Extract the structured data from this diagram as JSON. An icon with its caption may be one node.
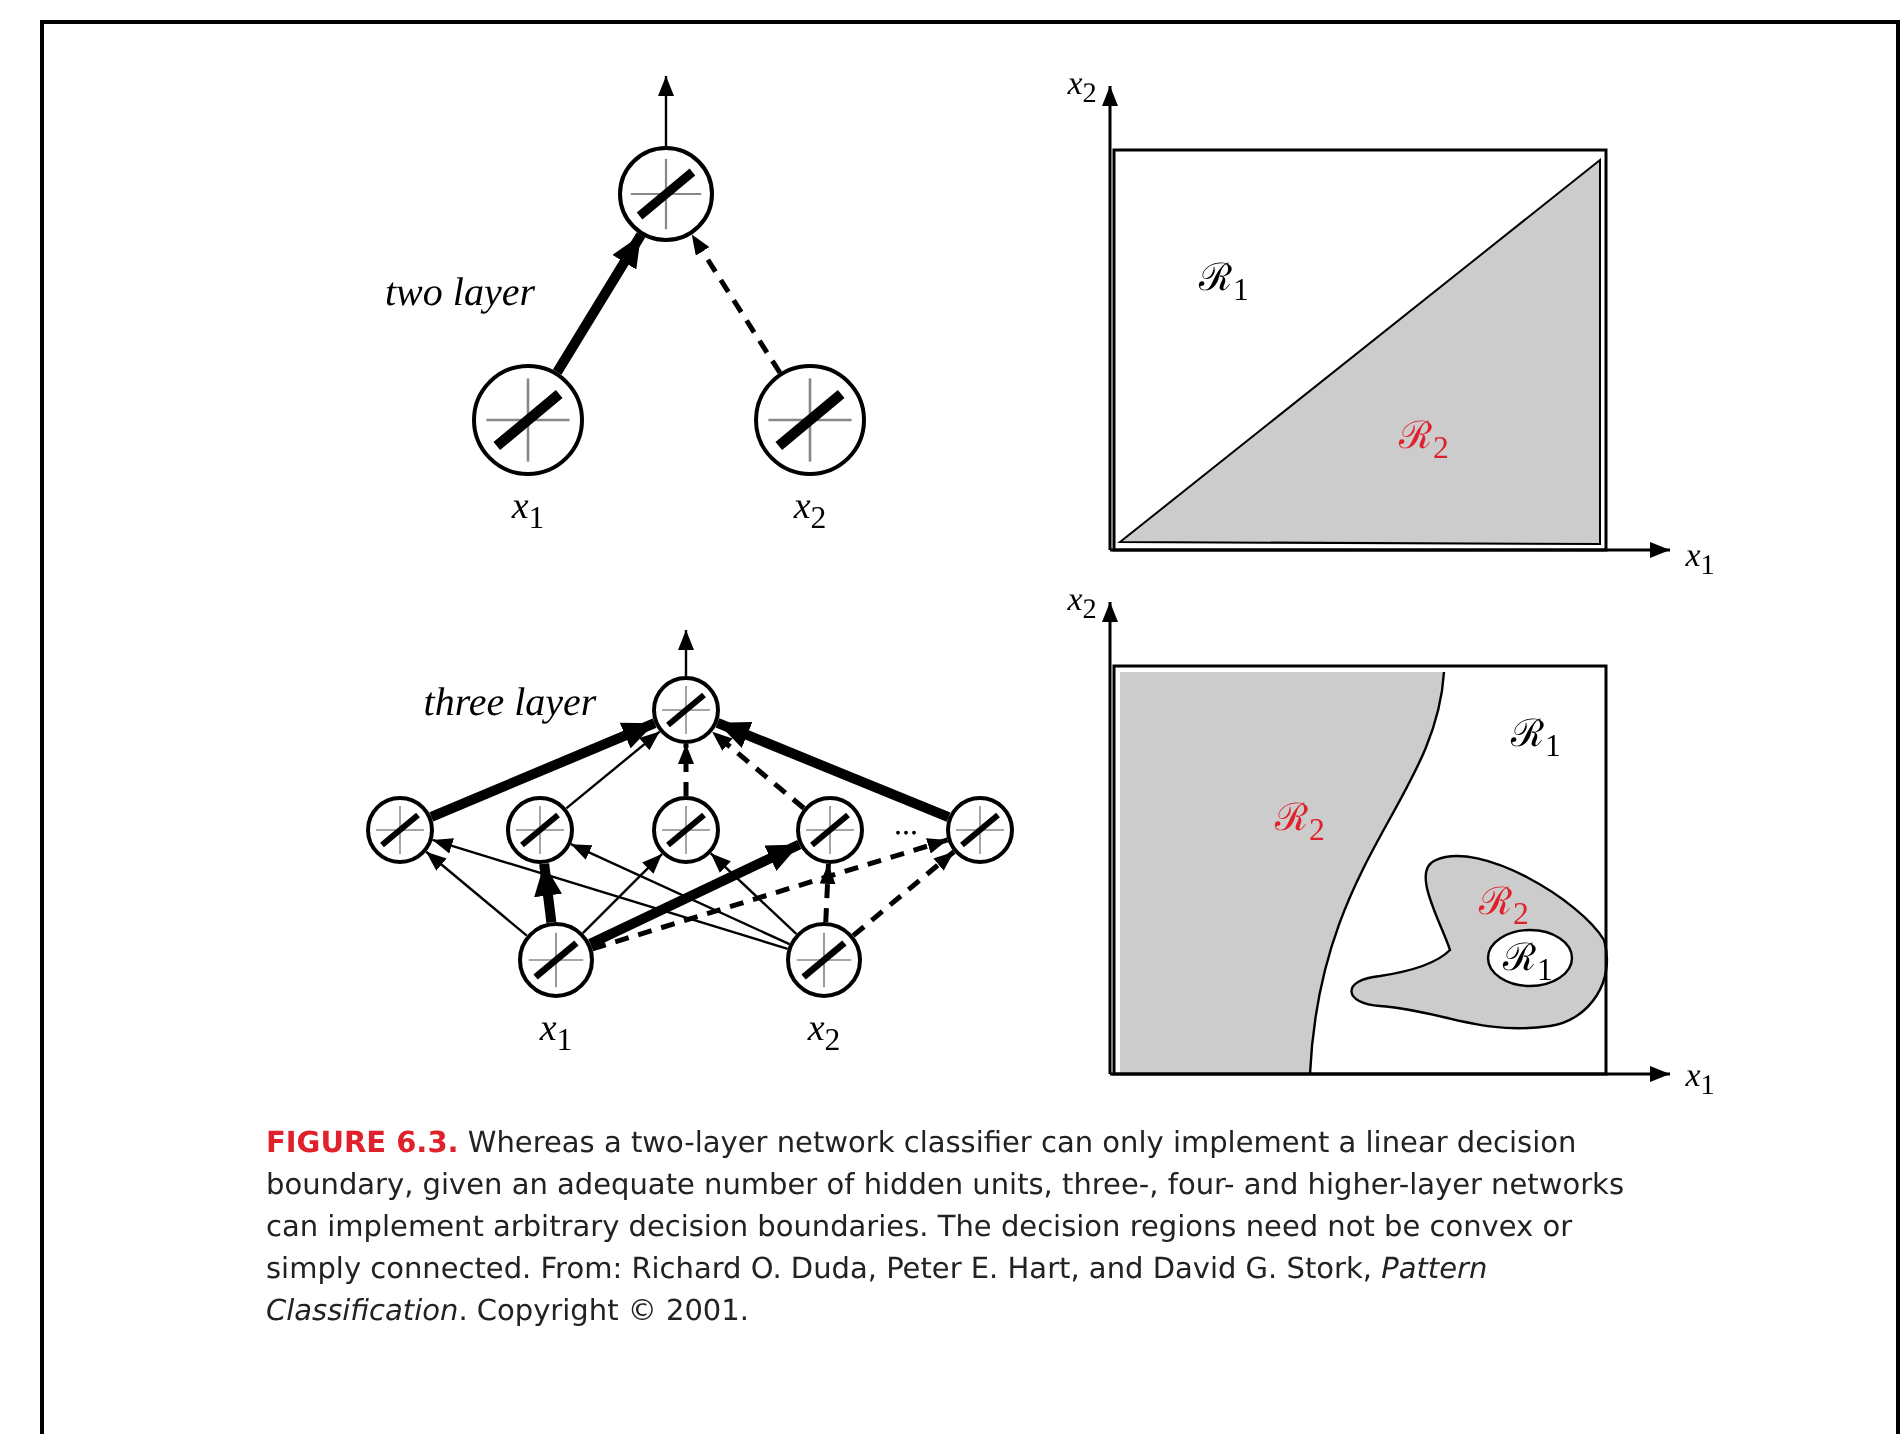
{
  "diagram": {
    "caption": "**FIGURE 6.3.** Whereas a two-layer network classifier can only implement a linear decision boundary, given an adequate number of hidden units, three-, four- and higher-layer networks can implement arbitrary decision boundaries. The decision regions need not be convex or simply connected. From: Richard O. Duda, Peter E. Hart, and David G. Stork, *Pattern Classification*. Copyright © 2001.",
    "nodes": [
      {
        "text": [],
        "shape": "circle"
      },
      {
        "text": [],
        "shape": "circle",
        "beside": [
          "*x*$_{1}$"
        ]
      },
      {
        "text": [],
        "shape": "circle",
        "beside": [
          "*x*$_{2}$"
        ]
      },
      {
        "text": [],
        "shape": "circle"
      },
      {
        "text": [],
        "shape": "circle"
      },
      {
        "text": [],
        "shape": "circle"
      },
      {
        "text": [],
        "shape": "circle"
      },
      {
        "text": [],
        "shape": "circle"
      },
      {
        "text": [],
        "shape": "circle"
      },
      {
        "text": [],
        "shape": "circle",
        "beside": [
          "*x*$_{1}$"
        ]
      },
      {
        "text": [],
        "shape": "circle",
        "beside": [
          "*x*$_{2}$"
        ]
      }
    ],
    "edges": [
      {
        "from": 0,
        "to": null,
        "arrow": "to"
      },
      {
        "from": 1,
        "to": 0,
        "arrow": "to",
        "style": "thick"
      },
      {
        "from": 2,
        "to": 0,
        "arrow": "to",
        "style": "dashed"
      },
      {
        "from": 3,
        "to": null,
        "arrow": "to"
      },
      {
        "from": 4,
        "to": 3,
        "arrow": "to",
        "style": "thick"
      },
      {
        "from": 5,
        "to": 3,
        "arrow": "to"
      },
      {
        "from": 6,
        "to": 3,
        "arrow": "to",
        "style": "dashed"
      },
      {
        "from": 7,
        "to": 3,
        "arrow": "to",
        "style": "dashed"
      },
      {
        "from": 8,
        "to": 3,
        "arrow": "to",
        "style": "thick"
      },
      {
        "from": 9,
        "to": 4,
        "arrow": "to"
      },
      {
        "from": 9,
        "to": 5,
        "arrow": "to",
        "style": "thick"
      },
      {
        "from": 9,
        "to": 6,
        "arrow": "to"
      },
      {
        "from": 9,
        "to": 7,
        "arrow": "to",
        "style": "thick"
      },
      {
        "from": 9,
        "to": 8,
        "arrow": "to",
        "style": "dashed"
      },
      {
        "from": 10,
        "to": 4,
        "arrow": "to"
      },
      {
        "from": 10,
        "to": 5,
        "arrow": "to"
      },
      {
        "from": 10,
        "to": 6,
        "arrow": "to"
      },
      {
        "from": 10,
        "to": 7,
        "arrow": "to",
        "style": "dashed"
      },
      {
        "from": 10,
        "to": 8,
        "arrow": "to",
        "style": "dashed"
      }
    ],
    "labels": [
      "two layer",
      "*x*$_{2}$",
      "ℛ$_{1}$",
      "ℛ$_{2}$",
      "*x*$_{1}$",
      "three layer",
      "...",
      "*x*$_{2}$",
      "ℛ$_{1}$",
      "ℛ$_{2}$",
      "ℛ$_{2}$",
      "ℛ$_{1}$",
      "*x*$_{1}$"
    ]
  }
}
